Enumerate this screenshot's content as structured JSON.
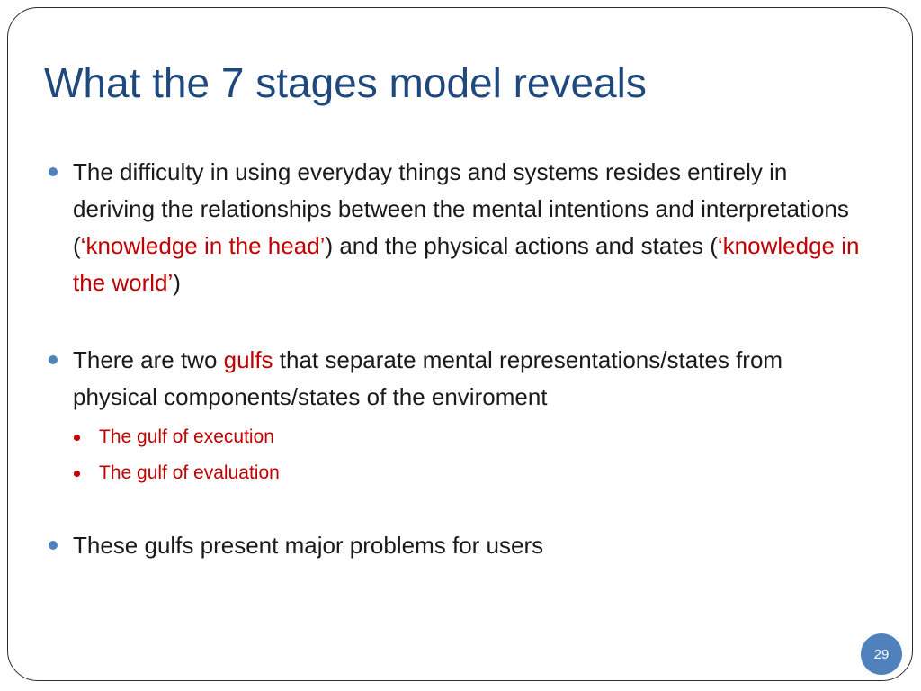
{
  "slide": {
    "title": "What the 7 stages model reveals",
    "bullets": [
      {
        "parts": [
          "The difficulty in using everyday things and systems resides entirely in deriving the relationships between the mental intentions and interpretations (",
          "‘knowledge in the head’",
          ") and the physical actions and states (",
          "‘knowledge in the world’",
          ")"
        ]
      },
      {
        "parts": [
          "There are two ",
          "gulfs",
          " that separate mental representations/states from physical components/states of the enviroment"
        ],
        "sub_items": [
          "The gulf of execution",
          "The gulf of evaluation"
        ]
      },
      {
        "text": "These gulfs present major problems for users"
      }
    ],
    "page_number": "29"
  },
  "colors": {
    "title": "#1f497d",
    "accent": "#c00000",
    "bullet": "#4f81bd",
    "badge": "#4f81bd"
  },
  "icons": {
    "bullet": "bullet-dot-icon",
    "sub_bullet": "sub-bullet-dot-icon"
  }
}
